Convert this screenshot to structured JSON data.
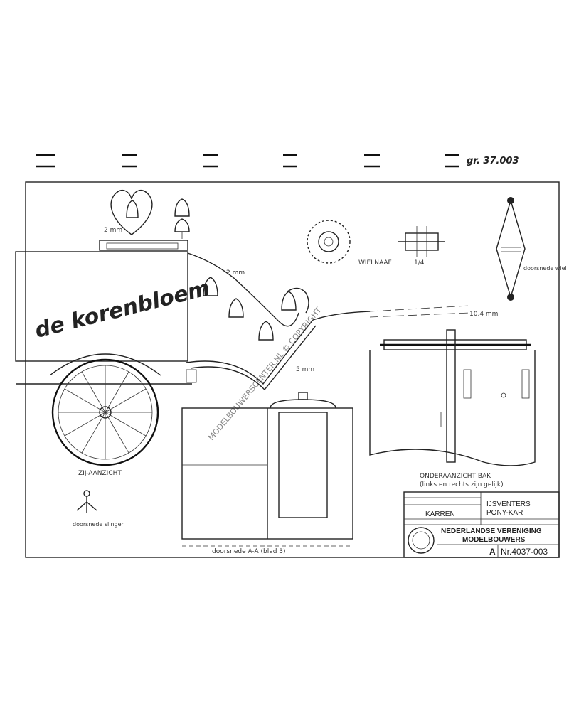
{
  "header": {
    "handwritten_ref": "gr. 37.003"
  },
  "cart": {
    "name": "de korenbloem"
  },
  "dimensions": {
    "bell_wire": "2 mm",
    "chain_wire": "2 mm",
    "pole_rod": "5 mm",
    "shaft": "10.4 mm"
  },
  "labels": {
    "wheel_hub": "WIELNAAF",
    "hub_scale": "1/4",
    "wheel_section": "doorsnede wiel",
    "side_view": "ZIJ-AANZICHT",
    "crank_section": "doorsnede slinger",
    "section_aa": "doorsnede A-A (blad 3)",
    "underside": "ONDERAANZICHT BAK",
    "underside_note": "(links en rechts zijn gelijk)",
    "watermark": "MODELBOUWERSCENTER.NL © COPYRIGHT"
  },
  "title_block": {
    "category": "KARREN",
    "title_line1": "IJSVENTERS",
    "title_line2": "PONY-KAR",
    "org_line1": "NEDERLANDSE VERENIGING",
    "org_line2": "MODELBOUWERS",
    "size_code": "A",
    "drawing_number": "Nr.4037-003"
  }
}
